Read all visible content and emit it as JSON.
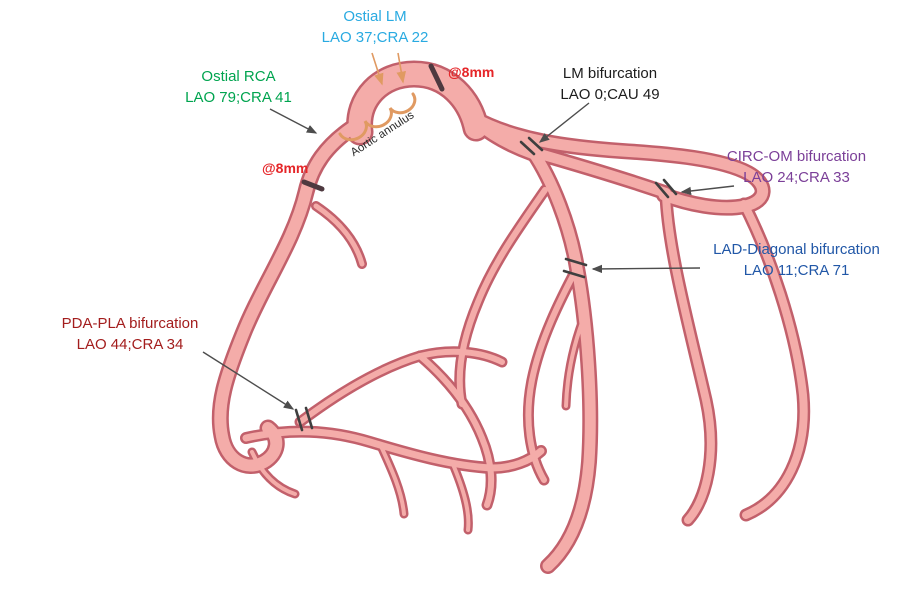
{
  "diagram": {
    "annotations": {
      "ostial_lm": {
        "name": "Ostial LM",
        "angles": "LAO 37;CRA 22",
        "color": "#29aae1"
      },
      "ostial_rca": {
        "name": "Ostial RCA",
        "angles": "LAO 79;CRA 41",
        "color": "#00a44f"
      },
      "lm_bifurcation": {
        "name": "LM bifurcation",
        "angles": "LAO 0;CAU 49",
        "color": "#1c1c1c"
      },
      "circ_om_bifurcation": {
        "name": "CIRC-OM bifurcation",
        "angles": "LAO 24;CRA 33",
        "color": "#7b3f98"
      },
      "lad_diagonal_bifurcation": {
        "name": "LAD-Diagonal bifurcation",
        "angles": "LAO 11;CRA 71",
        "color": "#2157a7"
      },
      "pda_pla_bifurcation": {
        "name": "PDA-PLA bifurcation",
        "angles": "LAO 44;CRA 34",
        "color": "#a31d1d"
      }
    },
    "stent_markers": {
      "aorta": {
        "text": "@8mm",
        "color": "#e52528"
      },
      "rca": {
        "text": "@8mm",
        "color": "#e52528"
      }
    },
    "structure_labels": {
      "aortic_annulus": "Aortic annulus"
    },
    "vessel_colors": {
      "fill": "#f4aca9",
      "outline": "#c2606b",
      "annulus": "#e09a62"
    }
  }
}
